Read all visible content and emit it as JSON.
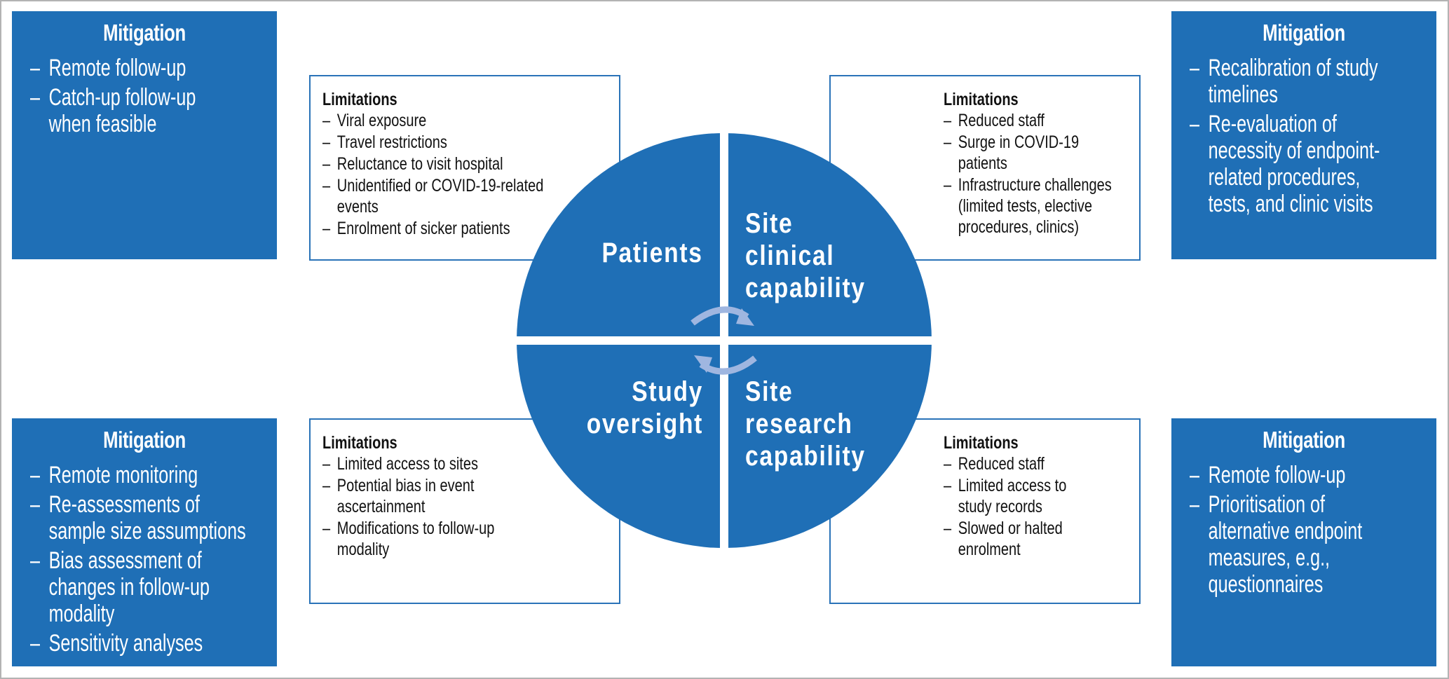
{
  "colors": {
    "primary_blue": "#1f6fb6",
    "box_border": "#2a73b8",
    "arrow": "#9fb6e0",
    "frame_border": "#b3b3b3"
  },
  "quadrants": {
    "top_left": {
      "label_lines": [
        "Patients"
      ]
    },
    "top_right": {
      "label_lines": [
        "Site",
        "clinical",
        "capability"
      ]
    },
    "bottom_left": {
      "label_lines": [
        "Study",
        "oversight"
      ]
    },
    "bottom_right": {
      "label_lines": [
        "Site",
        "research",
        "capability"
      ]
    }
  },
  "cycle_arrows": [
    "clockwise-arrow-top",
    "clockwise-arrow-bottom"
  ],
  "limitations": {
    "top_left": {
      "title": "Limitations",
      "items": [
        [
          "Viral exposure"
        ],
        [
          "Travel restrictions"
        ],
        [
          "Reluctance to visit hospital"
        ],
        [
          "Unidentified or COVID-19-related",
          "events"
        ],
        [
          "Enrolment of sicker patients"
        ]
      ]
    },
    "top_right": {
      "title": "Limitations",
      "items": [
        [
          "Reduced staff"
        ],
        [
          "Surge in COVID-19",
          "patients"
        ],
        [
          "Infrastructure challenges",
          "(limited tests, elective",
          "procedures, clinics)"
        ]
      ]
    },
    "bottom_left": {
      "title": "Limitations",
      "items": [
        [
          "Limited access to sites"
        ],
        [
          "Potential bias in event",
          "ascertainment"
        ],
        [
          "Modifications to follow-up",
          "modality"
        ]
      ]
    },
    "bottom_right": {
      "title": "Limitations",
      "items": [
        [
          "Reduced staff"
        ],
        [
          "Limited access to",
          "study records"
        ],
        [
          "Slowed or halted",
          "enrolment"
        ]
      ]
    }
  },
  "mitigation": {
    "top_left": {
      "title": "Mitigation",
      "items": [
        [
          "Remote follow-up"
        ],
        [
          "Catch-up follow-up",
          "when feasible"
        ]
      ]
    },
    "top_right": {
      "title": "Mitigation",
      "items": [
        [
          "Recalibration of study",
          "timelines"
        ],
        [
          "Re-evaluation of",
          "necessity of endpoint-",
          "related procedures,",
          "tests, and clinic visits"
        ]
      ]
    },
    "bottom_left": {
      "title": "Mitigation",
      "items": [
        [
          "Remote monitoring"
        ],
        [
          "Re-assessments of",
          "sample size assumptions"
        ],
        [
          "Bias assessment of",
          "changes in follow-up",
          "modality"
        ],
        [
          "Sensitivity analyses"
        ]
      ]
    },
    "bottom_right": {
      "title": "Mitigation",
      "items": [
        [
          "Remote follow-up"
        ],
        [
          "Prioritisation of",
          "alternative endpoint",
          "measures, e.g.,",
          "questionnaires"
        ]
      ]
    }
  },
  "bullet_glyph": "–"
}
